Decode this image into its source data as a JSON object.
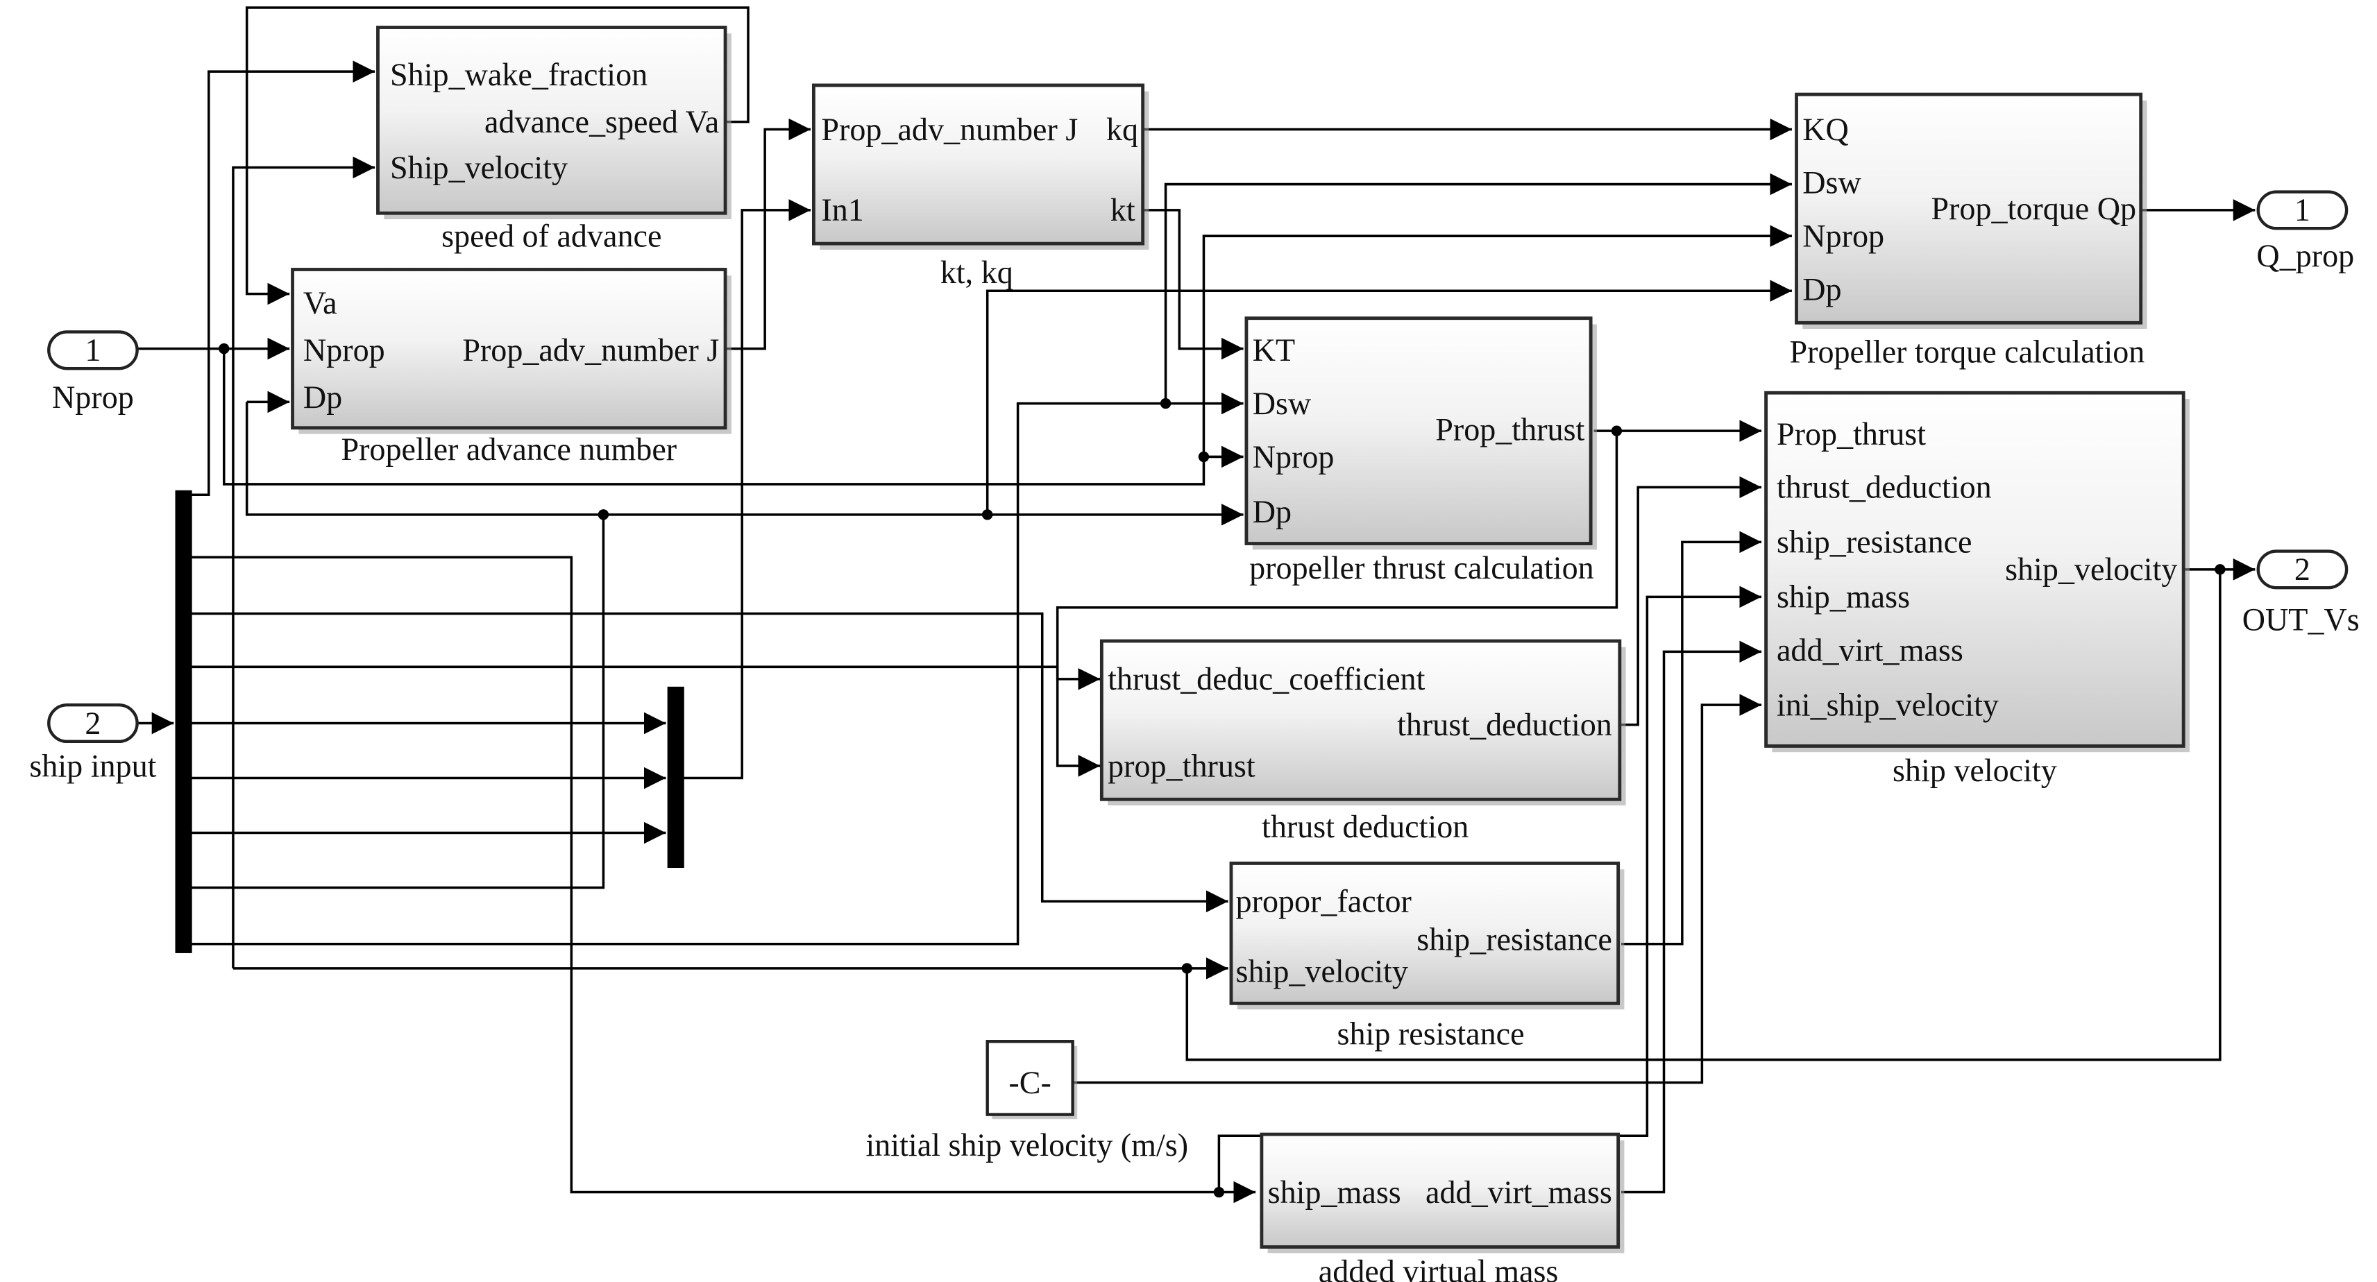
{
  "blocks": {
    "speed_of_advance": {
      "caption": "speed of advance",
      "inputs": [
        "Ship_wake_fraction",
        "Ship_velocity"
      ],
      "outputs": [
        "advance_speed Va"
      ]
    },
    "propeller_advance_number": {
      "caption": "Propeller advance number",
      "inputs": [
        "Va",
        "Nprop",
        "Dp"
      ],
      "outputs": [
        "Prop_adv_number J"
      ]
    },
    "kt_kq": {
      "caption": "kt, kq",
      "inputs": [
        "Prop_adv_number J",
        "In1"
      ],
      "outputs": [
        "kq",
        "kt"
      ]
    },
    "propeller_torque": {
      "caption": "Propeller torque calculation",
      "inputs": [
        "KQ",
        "Dsw",
        "Nprop",
        "Dp"
      ],
      "outputs": [
        "Prop_torque Qp"
      ]
    },
    "propeller_thrust": {
      "caption": "propeller thrust calculation",
      "inputs": [
        "KT",
        "Dsw",
        "Nprop",
        "Dp"
      ],
      "outputs": [
        "Prop_thrust"
      ]
    },
    "ship_velocity": {
      "caption": "ship velocity",
      "inputs": [
        "Prop_thrust",
        "thrust_deduction",
        "ship_resistance",
        "ship_mass",
        "add_virt_mass",
        "ini_ship_velocity"
      ],
      "outputs": [
        "ship_velocity"
      ]
    },
    "thrust_deduction": {
      "caption": "thrust deduction",
      "inputs": [
        "thrust_deduc_coefficient",
        "prop_thrust"
      ],
      "outputs": [
        "thrust_deduction"
      ]
    },
    "ship_resistance": {
      "caption": "ship resistance",
      "inputs": [
        "propor_factor",
        "ship_velocity"
      ],
      "outputs": [
        "ship_resistance"
      ]
    },
    "added_virtual_mass": {
      "caption": "added virtual mass",
      "inputs": [
        "ship_mass"
      ],
      "outputs": [
        "add_virt_mass"
      ]
    },
    "initial_ship_velocity": {
      "caption": "initial ship velocity (m/s)",
      "value": "-C-"
    }
  },
  "ports": {
    "in1": {
      "number": "1",
      "label": "Nprop"
    },
    "in2": {
      "number": "2",
      "label": "ship input"
    },
    "out1": {
      "number": "1",
      "label": "Q_prop"
    },
    "out2": {
      "number": "2",
      "label": "OUT_Vs"
    }
  }
}
